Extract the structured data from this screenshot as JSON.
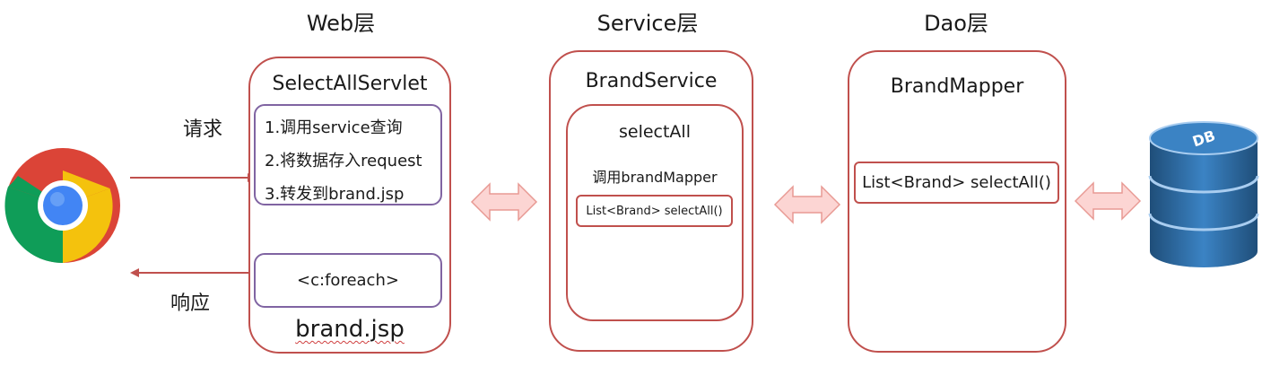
{
  "layers": {
    "web": "Web层",
    "service": "Service层",
    "dao": "Dao层"
  },
  "browser": {
    "request_label": "请求",
    "response_label": "响应",
    "icon": "chrome-browser-icon"
  },
  "web_box": {
    "title": "SelectAllServlet",
    "steps": [
      "1.调用service查询",
      "2.将数据存入request",
      "3.转发到brand.jsp"
    ],
    "foreach": "<c:foreach>",
    "jsp_label": "brand.jsp"
  },
  "service_box": {
    "title": "BrandService",
    "method": "selectAll",
    "call_text": "调用brandMapper",
    "signature": "List<Brand> selectAll()"
  },
  "dao_box": {
    "title": "BrandMapper",
    "signature": "List<Brand> selectAll()"
  },
  "database": {
    "label": "DB",
    "icon": "database-icon"
  },
  "colors": {
    "box_border": "#c0504d",
    "step_border": "#8064a2",
    "arrow_fill": "#fcd5d3",
    "db_blue": "#2e75b6"
  }
}
